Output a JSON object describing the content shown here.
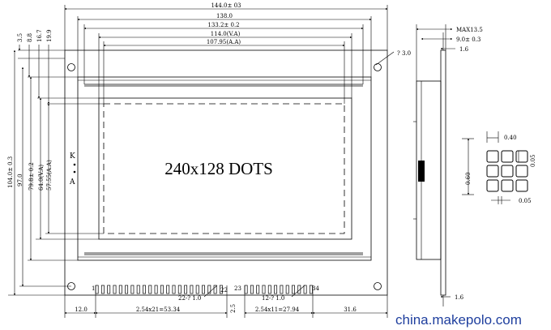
{
  "drawing": {
    "display_label": "240x128 DOTS",
    "top_dims": [
      "144.0± 03",
      "138.0",
      "133.2± 0.2",
      "114.0(V.A)",
      "107.95(A.A)"
    ],
    "small_top_dims": [
      "3.5",
      "8.8",
      "16.7",
      "19.9"
    ],
    "left_dims": [
      "104.0± 0.3",
      "97.0",
      "79.8± 0.2",
      "64.0(V.A)",
      "57.55(A.A)"
    ],
    "hole_label": "? 3.0",
    "backlight": {
      "k": "K",
      "a": "A"
    },
    "pins": {
      "pin1": "1",
      "pin22": "22",
      "pin23": "23",
      "pin34": "34",
      "pitch_left": "22-? 1.0",
      "pitch_right": "12-? 1.0"
    },
    "bottom_dims": [
      "12.0",
      "2.54x21=53.34",
      "2.5",
      "2.54x11=27.94",
      "31.6"
    ],
    "side_dims": [
      "MAX13.5",
      "9.0± 0.3",
      "1.6",
      "1.6"
    ],
    "dot_dims": [
      "0.40",
      "0.05",
      "0.60",
      "0.05"
    ]
  },
  "watermark": "china.makepolo.com"
}
